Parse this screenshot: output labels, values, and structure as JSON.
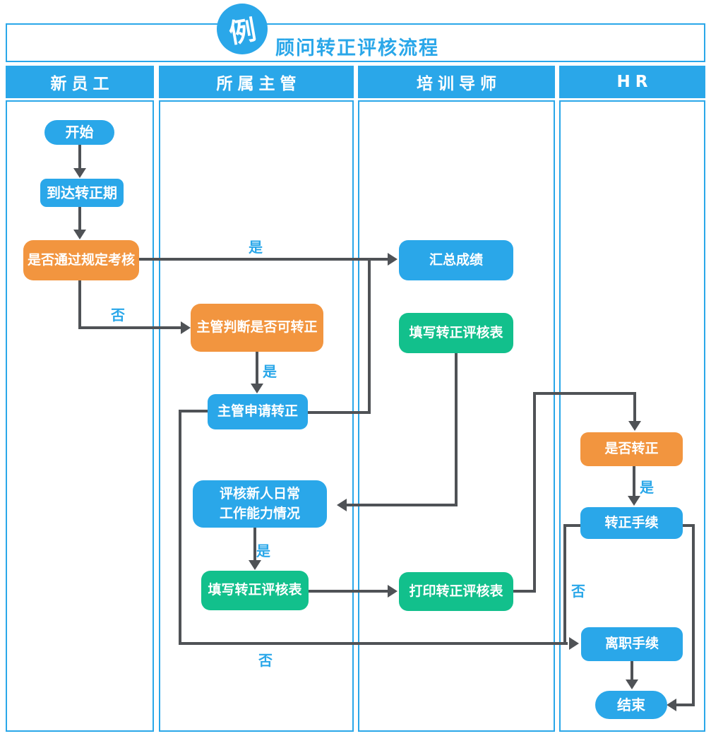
{
  "title": {
    "badge": "例",
    "text": "顾问转正评核流程"
  },
  "lanes": [
    {
      "label": "新员工"
    },
    {
      "label": "所属主管"
    },
    {
      "label": "培训导师"
    },
    {
      "label": "HR"
    }
  ],
  "nodes": {
    "start": {
      "label": "开始"
    },
    "reach_period": {
      "label": "到达转正期"
    },
    "pass_exam": {
      "label": "是否通过规定考核"
    },
    "supervisor_judge": {
      "label": "主管判断是否可转正"
    },
    "supervisor_apply": {
      "label": "主管申请转正"
    },
    "evaluate_daily": {
      "label": "评核新人日常工作能力情况",
      "lines": [
        "评核新人日常",
        "工作能力情况"
      ]
    },
    "fill_form_supervisor": {
      "label": "填写转正评核表"
    },
    "summarize_scores": {
      "label": "汇总成绩"
    },
    "fill_form_mentor": {
      "label": "填写转正评核表"
    },
    "print_form": {
      "label": "打印转正评核表"
    },
    "confirm_regular": {
      "label": "是否转正"
    },
    "regular_procedure": {
      "label": "转正手续"
    },
    "resign_procedure": {
      "label": "离职手续"
    },
    "end": {
      "label": "结束"
    }
  },
  "edge_labels": {
    "pass_exam_yes": "是",
    "pass_exam_no": "否",
    "supervisor_judge_yes": "是",
    "evaluate_daily_yes": "是",
    "supervisor_apply_no": "否",
    "confirm_regular_yes": "是",
    "confirm_regular_no": "否"
  },
  "colors": {
    "azure": "#2AA7E9",
    "orange": "#F2953F",
    "green": "#12C08C",
    "line": "#4F5256",
    "node_text": "#FFFFFF"
  }
}
